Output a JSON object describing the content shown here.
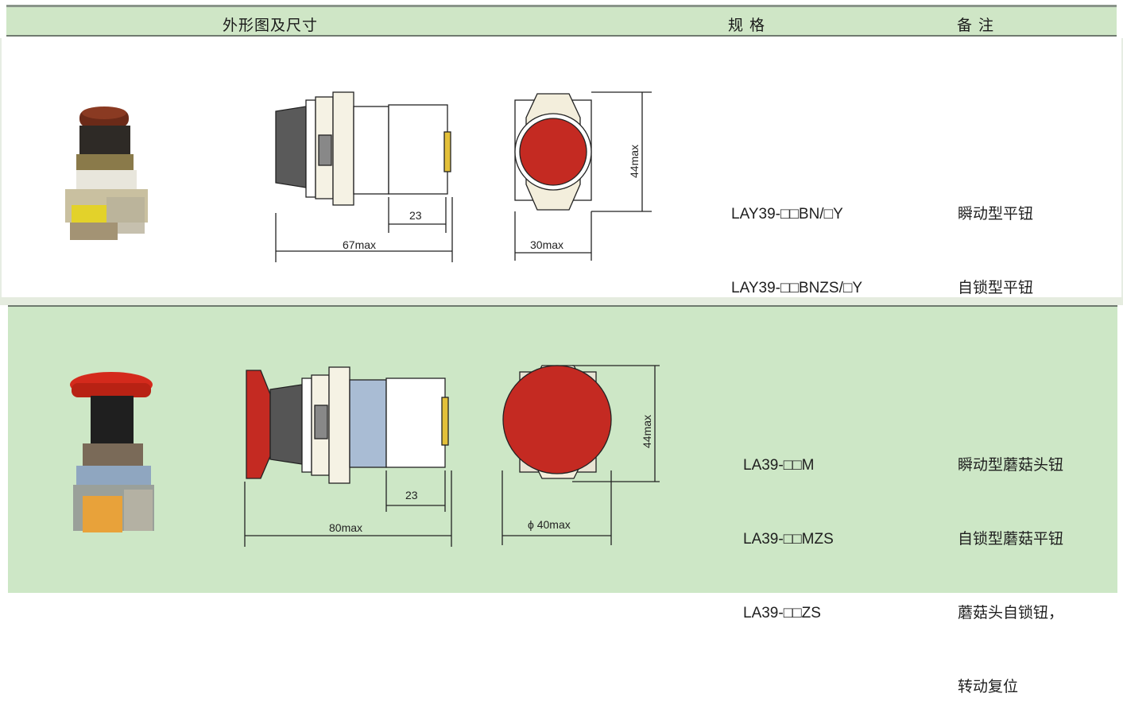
{
  "header": {
    "col_shape": "外形图及尺寸",
    "col_spec": "规 格",
    "col_note": "备 注"
  },
  "rows": [
    {
      "dims": {
        "depth": "67max",
        "panel": "23",
        "width": "30max",
        "height": "44max"
      },
      "specs": [
        "LAY39-□□BN/□Y",
        "LAY39-□□BNZS/□Y"
      ],
      "notes": [
        "瞬动型平钮",
        "自锁型平钮"
      ]
    },
    {
      "dims": {
        "depth": "80max",
        "panel": "23",
        "width": "ϕ 40max",
        "height": "44max"
      },
      "specs": [
        "LA39-□□M",
        "LA39-□□MZS",
        "LA39-□□ZS"
      ],
      "notes": [
        "瞬动型蘑菇头钮",
        "自锁型蘑菇平钮",
        "蘑菇头自锁钮，",
        "转动复位"
      ]
    }
  ],
  "colors": {
    "header_bg": "#cfe6c6",
    "row2_bg": "#cde7c6",
    "button_red": "#c42a22"
  }
}
